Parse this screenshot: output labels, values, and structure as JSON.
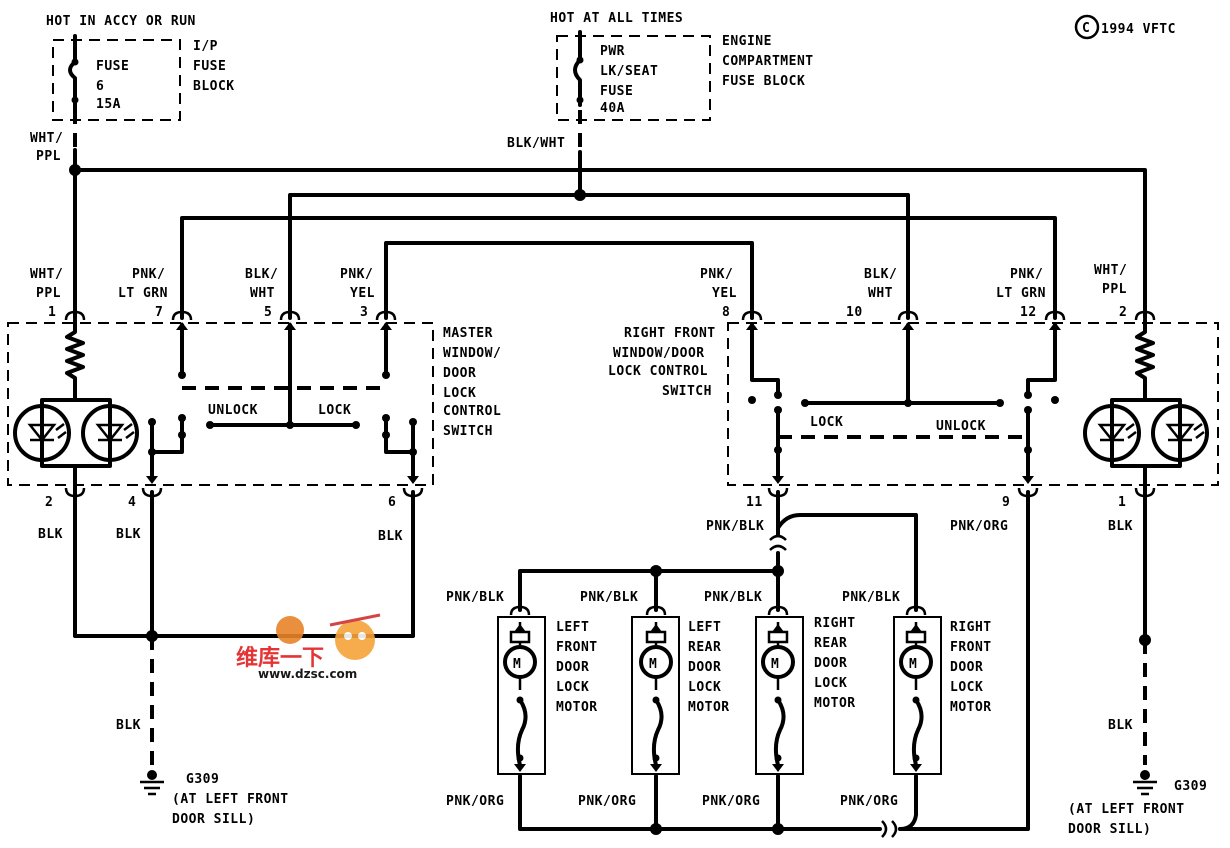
{
  "copyright": "1994 VFTC",
  "copyright_symbol": "C",
  "sources": {
    "left_feed": "HOT IN ACCY OR RUN",
    "center_feed": "HOT AT ALL TIMES",
    "ip_fuse_label": [
      "FUSE",
      "6",
      "15A"
    ],
    "ip_block_label": [
      "I/P",
      "FUSE",
      "BLOCK"
    ],
    "pwr_fuse_label": [
      "PWR",
      "LK/SEAT",
      "FUSE",
      "40A"
    ],
    "engine_block_label": [
      "ENGINE",
      "COMPARTMENT",
      "FUSE BLOCK"
    ],
    "left_feed_wire": [
      "WHT/",
      "PPL"
    ],
    "center_feed_wire": "BLK/WHT"
  },
  "master_switch": {
    "title": [
      "MASTER",
      "WINDOW/",
      "DOOR",
      "LOCK",
      "CONTROL",
      "SWITCH"
    ],
    "unlock": "UNLOCK",
    "lock": "LOCK",
    "top_pins": [
      {
        "pin": "1",
        "wire": [
          "WHT/",
          "PPL"
        ]
      },
      {
        "pin": "7",
        "wire": [
          "PNK/",
          "LT GRN"
        ]
      },
      {
        "pin": "5",
        "wire": [
          "BLK/",
          "WHT"
        ]
      },
      {
        "pin": "3",
        "wire": [
          "PNK/",
          "YEL"
        ]
      }
    ],
    "bottom_pins": [
      {
        "pin": "2",
        "wire": "BLK"
      },
      {
        "pin": "4",
        "wire": "BLK"
      },
      {
        "pin": "6",
        "wire": "BLK"
      }
    ]
  },
  "right_switch": {
    "title": [
      "RIGHT FRONT",
      "WINDOW/DOOR",
      "LOCK CONTROL",
      "SWITCH"
    ],
    "unlock": "UNLOCK",
    "lock": "LOCK",
    "top_pins": [
      {
        "pin": "8",
        "wire": [
          "PNK/",
          "YEL"
        ]
      },
      {
        "pin": "10",
        "wire": [
          "BLK/",
          "WHT"
        ]
      },
      {
        "pin": "12",
        "wire": [
          "PNK/",
          "LT GRN"
        ]
      },
      {
        "pin": "2",
        "wire": [
          "WHT/",
          "PPL"
        ]
      }
    ],
    "bottom_pins": [
      {
        "pin": "11",
        "wire": "PNK/BLK"
      },
      {
        "pin": "9",
        "wire": "PNK/ORG"
      },
      {
        "pin": "1",
        "wire": "BLK"
      }
    ]
  },
  "motors": [
    {
      "name": [
        "LEFT",
        "FRONT",
        "DOOR",
        "LOCK",
        "MOTOR"
      ],
      "top_wire": "PNK/BLK",
      "bottom_wire": "PNK/ORG"
    },
    {
      "name": [
        "LEFT",
        "REAR",
        "DOOR",
        "LOCK",
        "MOTOR"
      ],
      "top_wire": "PNK/BLK",
      "bottom_wire": "PNK/ORG"
    },
    {
      "name": [
        "RIGHT",
        "REAR",
        "DOOR",
        "LOCK",
        "MOTOR"
      ],
      "top_wire": "PNK/BLK",
      "bottom_wire": "PNK/ORG"
    },
    {
      "name": [
        "RIGHT",
        "FRONT",
        "DOOR",
        "LOCK",
        "MOTOR"
      ],
      "top_wire": "PNK/BLK",
      "bottom_wire": "PNK/ORG"
    }
  ],
  "motor_symbol": "M",
  "grounds": [
    {
      "wire": "BLK",
      "id": "G309",
      "location": [
        "(AT LEFT FRONT",
        "DOOR SILL)"
      ]
    },
    {
      "wire": "BLK",
      "id": "G309",
      "location": [
        "(AT LEFT FRONT",
        "DOOR SILL)"
      ]
    }
  ],
  "watermark": {
    "logo": "维库一下",
    "site": "www.dzsc.com"
  }
}
